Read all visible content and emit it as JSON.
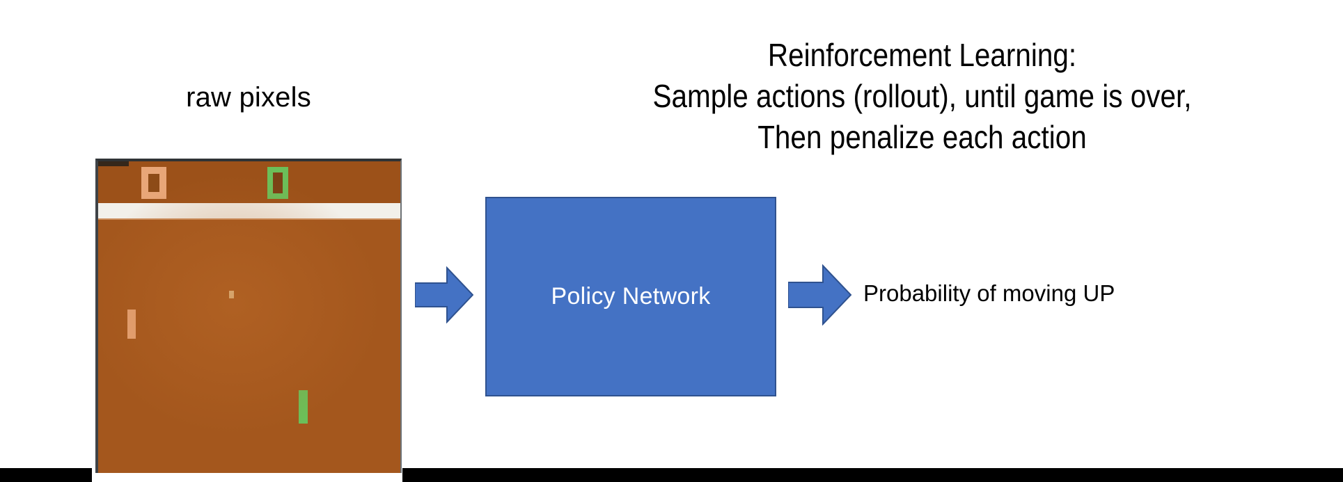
{
  "slide": {
    "background_color": "#ffffff",
    "bottom_bars": [
      {
        "name": "bottom-bar-left",
        "color": "#000000"
      },
      {
        "name": "bottom-bar-right",
        "color": "#000000"
      }
    ]
  },
  "headline": {
    "line1": "Reinforcement Learning:",
    "line2": "Sample actions (rollout), until game is over,",
    "line3": "Then penalize each action",
    "color": "#000000"
  },
  "game": {
    "caption": "raw pixels",
    "screen": {
      "background_color": "#a4571d",
      "score_band_color": "#9c5119",
      "divider_stripe_color": "#f2f0ea",
      "border_color": "#3f4347"
    },
    "score_left": {
      "value": "0",
      "color": "#e8a678",
      "side": "left"
    },
    "score_right": {
      "value": "0",
      "color": "#6bbf59",
      "side": "right"
    },
    "paddle_left": {
      "color": "#e8a678",
      "label": "opponent-paddle"
    },
    "paddle_right": {
      "color": "#6bbf59",
      "label": "agent-paddle"
    },
    "ball": {
      "color": "#f3dfae",
      "label": "ball"
    }
  },
  "diagram": {
    "policy_network_label": "Policy Network",
    "policy_network_fill": "#4472c4",
    "policy_network_stroke": "#2f528f",
    "output_label": "Probability of moving UP",
    "arrow_in_name": "input-arrow",
    "arrow_out_name": "output-arrow",
    "arrow_fill": "#4472c4",
    "arrow_stroke": "#2f528f"
  }
}
